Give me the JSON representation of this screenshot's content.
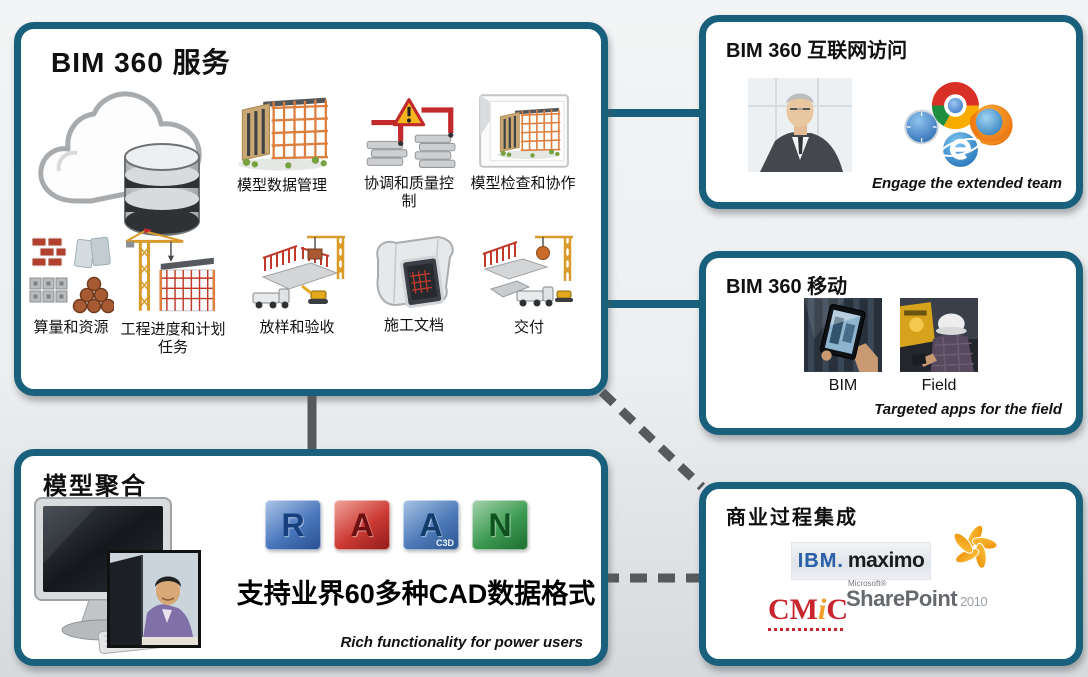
{
  "slide": {
    "background_top": "#F3F4F5",
    "background_bottom": "#D6DADD",
    "accent_color": "#19607C",
    "connector_color": "#58595B"
  },
  "services": {
    "title": "BIM 360 服务",
    "row1": [
      {
        "label": "模型数据管理",
        "icon": "building-frame-icon"
      },
      {
        "label": "协调和质量控制",
        "icon": "coordination-crane-icon"
      },
      {
        "label": "模型检查和协作",
        "icon": "framed-model-icon"
      }
    ],
    "row2": [
      {
        "label": "算量和资源",
        "icon": "materials-icon"
      },
      {
        "label": "工程进度和计划任务",
        "icon": "schedule-crane-icon"
      },
      {
        "label": "放样和验收",
        "icon": "site-layout-icon"
      },
      {
        "label": "施工文档",
        "icon": "construction-docs-icon"
      },
      {
        "label": "交付",
        "icon": "delivery-site-icon"
      }
    ]
  },
  "internet_access": {
    "title": "BIM 360 互联网访问",
    "caption": "Engage the extended team"
  },
  "mobile": {
    "title": "BIM 360 移动",
    "apps": [
      {
        "label": "BIM"
      },
      {
        "label": "Field"
      }
    ],
    "caption": "Targeted apps for the field"
  },
  "model_aggregation": {
    "title": "模型聚合",
    "headline": "支持业界60多种CAD数据格式",
    "caption": "Rich functionality for power users",
    "cad_icons": [
      {
        "name": "Revit",
        "letter": "R"
      },
      {
        "name": "AutoCAD",
        "letter": "A"
      },
      {
        "name": "AutoCAD Civil 3D",
        "letter": "A",
        "badge": "C3D"
      },
      {
        "name": "Navisworks",
        "letter": "N"
      }
    ]
  },
  "business_integration": {
    "title": "商业过程集成",
    "logos": {
      "ibm": "IBM.",
      "maximo": "maximo",
      "microsoft": "Microsoft®",
      "sharepoint": "SharePoint",
      "sharepoint_year": "2010",
      "cmic_parts": [
        "CM",
        "i",
        "C"
      ]
    }
  }
}
